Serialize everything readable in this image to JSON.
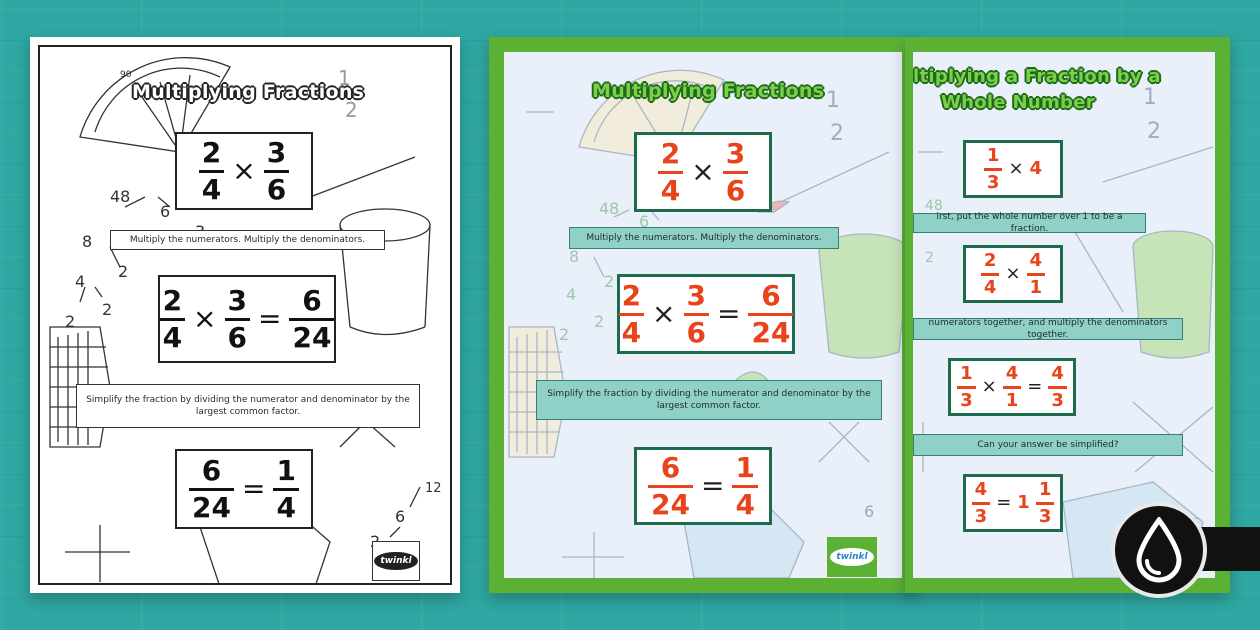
{
  "colors": {
    "background": "#2fa7a2",
    "green_border": "#5cb135",
    "poster_bg": "#e9f0f9",
    "strip_teal": "#8fd1c7",
    "fraction_red": "#e8431b",
    "box_border_green": "#1b6b4c"
  },
  "poster_bw": {
    "title": "Multiplying Fractions",
    "eq1": {
      "a_num": "2",
      "a_den": "4",
      "op": "×",
      "b_num": "3",
      "b_den": "6"
    },
    "step1": "Multiply the numerators. Multiply the denominators.",
    "eq2": {
      "a_num": "2",
      "a_den": "4",
      "op": "×",
      "b_num": "3",
      "b_den": "6",
      "eq": "=",
      "c_num": "6",
      "c_den": "24"
    },
    "step2": "Simplify the fraction by dividing the numerator and denominator by the largest common factor.",
    "eq3": {
      "a_num": "6",
      "a_den": "24",
      "eq": "=",
      "b_num": "1",
      "b_den": "4"
    },
    "logo": "twinkl"
  },
  "poster_green": {
    "title": "Multiplying Fractions",
    "eq1": {
      "a_num": "2",
      "a_den": "4",
      "op": "×",
      "b_num": "3",
      "b_den": "6"
    },
    "step1": "Multiply the numerators. Multiply the denominators.",
    "eq2": {
      "a_num": "2",
      "a_den": "4",
      "op": "×",
      "b_num": "3",
      "b_den": "6",
      "eq": "=",
      "c_num": "6",
      "c_den": "24"
    },
    "step2": "Simplify the fraction by dividing the numerator and denominator by the largest common factor.",
    "eq3": {
      "a_num": "6",
      "a_den": "24",
      "eq": "=",
      "b_num": "1",
      "b_den": "4"
    },
    "logo": "twinkl"
  },
  "poster_whole": {
    "title_line1": "ltiplying a Fraction by a",
    "title_line2": "Whole Number",
    "eq1": {
      "a_num": "1",
      "a_den": "3",
      "op": "×",
      "whole": "4"
    },
    "step1": "irst, put the whole number over 1 to be a fraction.",
    "eq2": {
      "a_num": "4",
      "a_den": "1",
      "op": "×"
    },
    "eq2_left": {
      "num": "2",
      "den": "4"
    },
    "step2": "numerators together, and multiply the denominators together.",
    "eq3": {
      "a_num": "1",
      "a_den": "3",
      "op": "×",
      "b_num": "4",
      "b_den": "1",
      "eq": "=",
      "c_num": "4",
      "c_den": "3"
    },
    "step3": "Can your answer be simplified?",
    "eq4": {
      "a_num": "4",
      "a_den": "3",
      "eq": "=",
      "whole": "1",
      "b_num": "1",
      "b_den": "3"
    }
  },
  "bg_numbers": {
    "tree": [
      "48",
      "6",
      "8",
      "2",
      "4",
      "2",
      "2",
      "3"
    ],
    "half": [
      "1",
      "2"
    ],
    "corner": [
      "12",
      "6",
      "2"
    ],
    "protractor": "90"
  },
  "ink_icon": "ink-drop-icon"
}
